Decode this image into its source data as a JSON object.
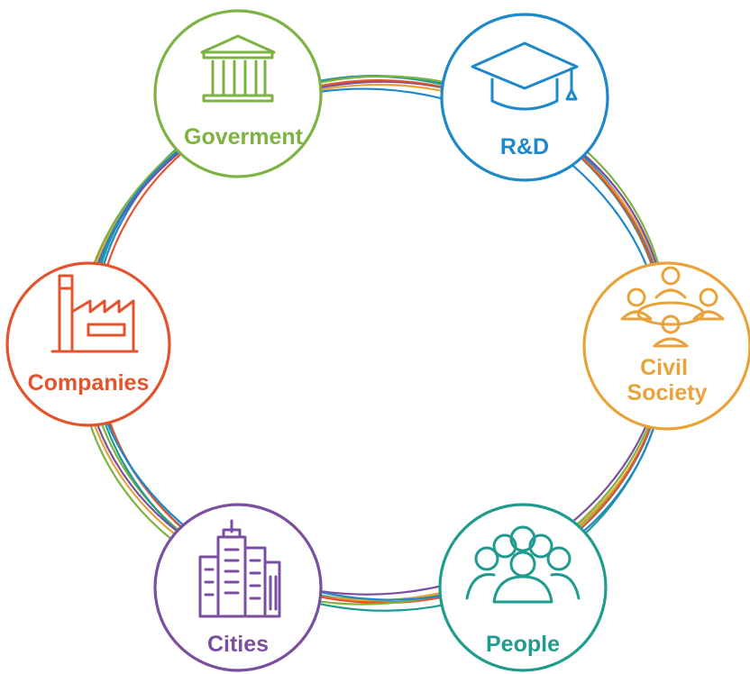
{
  "colors": {
    "government": "#7cb342",
    "rd": "#1e88c9",
    "civil_society": "#e8a33a",
    "people": "#1f9b8f",
    "cities": "#7b4fa0",
    "companies": "#e5532d"
  },
  "nodes": [
    {
      "id": "government",
      "label_lines": [
        "Goverment"
      ],
      "icon": "government-building-icon"
    },
    {
      "id": "rd",
      "label_lines": [
        "R&D"
      ],
      "icon": "graduation-cap-icon"
    },
    {
      "id": "civil_society",
      "label_lines": [
        "Civil",
        "Society"
      ],
      "icon": "meeting-table-icon"
    },
    {
      "id": "people",
      "label_lines": [
        "People"
      ],
      "icon": "group-of-people-icon"
    },
    {
      "id": "cities",
      "label_lines": [
        "Cities"
      ],
      "icon": "city-buildings-icon"
    },
    {
      "id": "companies",
      "label_lines": [
        "Companies"
      ],
      "icon": "factory-icon"
    }
  ]
}
